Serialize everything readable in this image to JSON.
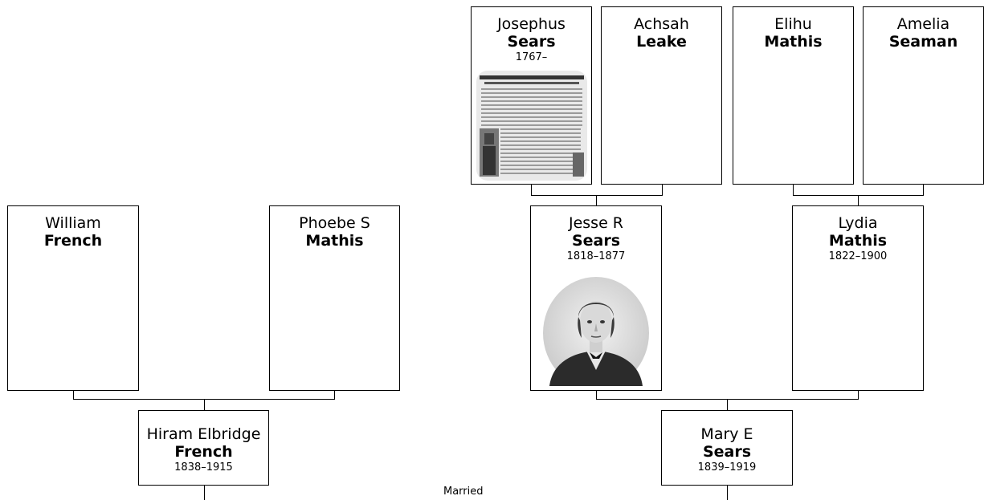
{
  "people": {
    "josephus": {
      "given": "Josephus",
      "surname": "Sears",
      "dates": "1767–"
    },
    "achsah": {
      "given": "Achsah",
      "surname": "Leake",
      "dates": ""
    },
    "elihu": {
      "given": "Elihu",
      "surname": "Mathis",
      "dates": ""
    },
    "amelia": {
      "given": "Amelia",
      "surname": "Seaman",
      "dates": ""
    },
    "william": {
      "given": "William",
      "surname": "French",
      "dates": ""
    },
    "phoebe": {
      "given": "Phoebe S",
      "surname": "Mathis",
      "dates": ""
    },
    "jesse": {
      "given": "Jesse R",
      "surname": "Sears",
      "dates": "1818–1877"
    },
    "lydia": {
      "given": "Lydia",
      "surname": "Mathis",
      "dates": "1822–1900"
    },
    "hiram": {
      "given": "Hiram Elbridge",
      "surname": "French",
      "dates": "1838–1915"
    },
    "mary": {
      "given": "Mary E",
      "surname": "Sears",
      "dates": "1839–1919"
    }
  },
  "married_label": "Married"
}
